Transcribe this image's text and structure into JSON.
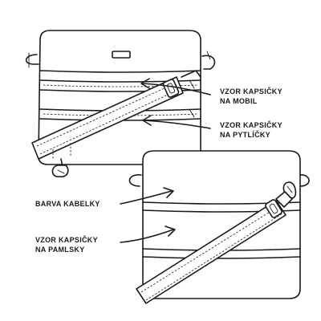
{
  "labels": {
    "pocket_phone_line1": "VZOR KAPSIČKY",
    "pocket_phone_line2": "NA MOBIL",
    "pocket_bags_line1": "VZOR KAPSIČKY",
    "pocket_bags_line2": "NA PYTLÍČKY",
    "bag_color": "BARVA KABELKY",
    "pocket_treats_line1": "VZOR KAPSIČKY",
    "pocket_treats_line2": "NA PAMLSKY"
  }
}
